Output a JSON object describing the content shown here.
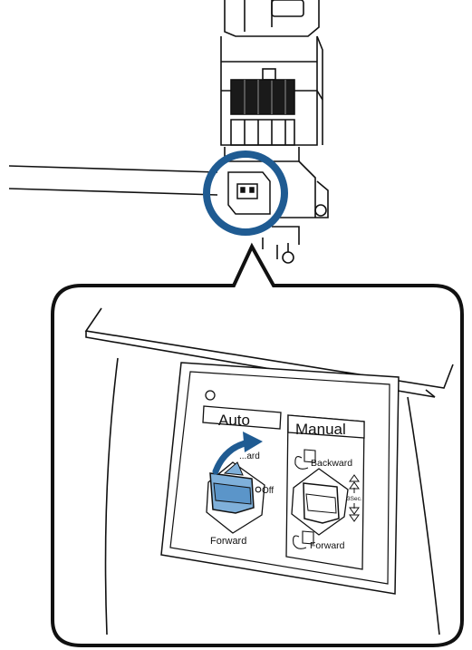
{
  "panel": {
    "auto_label": "Auto",
    "manual_label": "Manual",
    "auto_backward_partial": "...ard",
    "off_label": "Off",
    "auto_forward_label": "Forward",
    "manual_backward_label": "Backward",
    "manual_forward_label": "Forward",
    "hold_time_label": "3Sec."
  },
  "colors": {
    "callout_circle": "#1f5b92",
    "switch_highlight": "#7fb0da",
    "arrow": "#1f5b92",
    "line": "#111111"
  }
}
